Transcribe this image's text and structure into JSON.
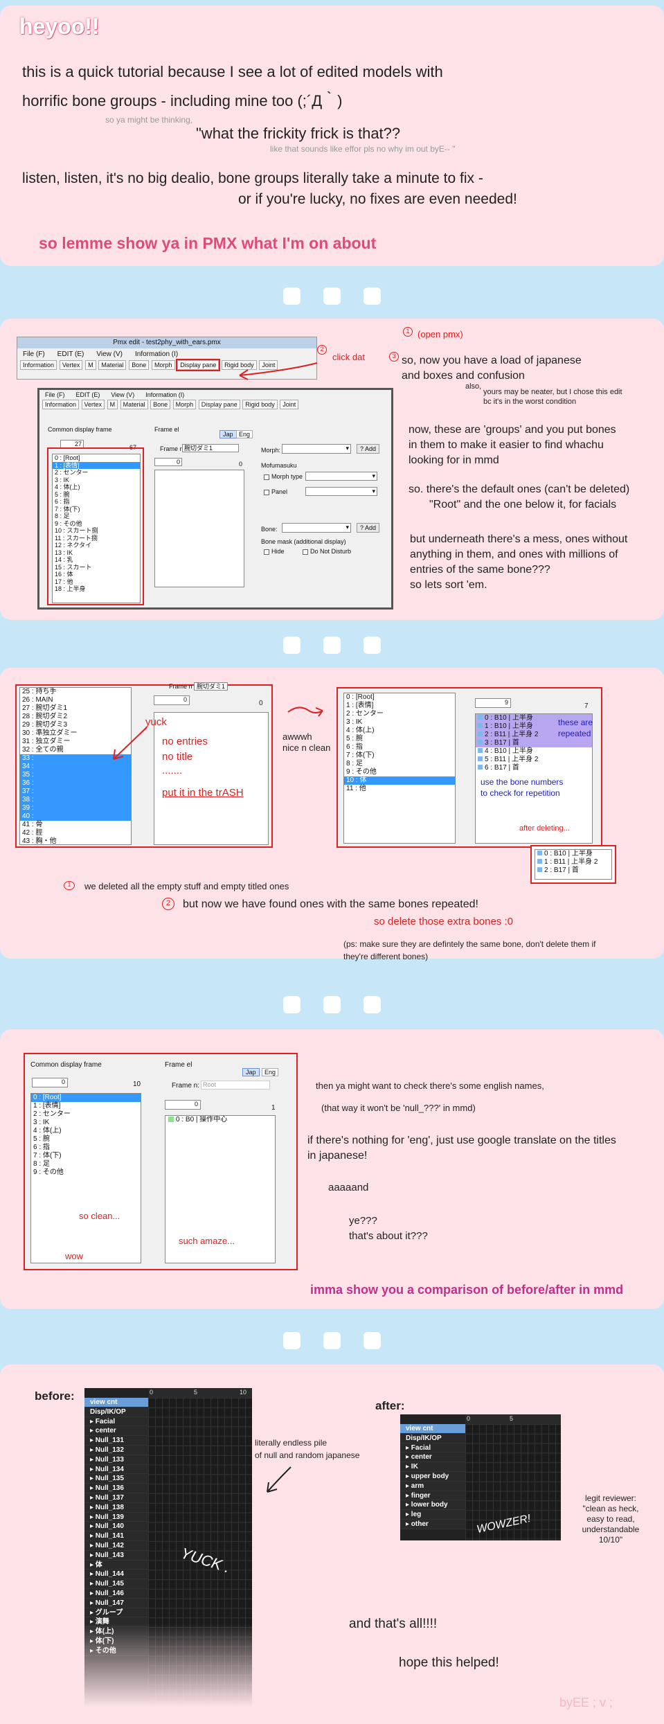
{
  "intro": {
    "title": "heyoo!!",
    "line1": "this is a quick tutorial because I see a lot of edited models with",
    "line2": "horrific bone groups - including mine too (;´Д｀)",
    "aside1": "so ya might be thinking,",
    "quote": "\"what the frickity frick is that??",
    "aside2": "like that sounds like effor pls no why im out byE-- \"",
    "line3": "listen, listen, it's no big dealio, bone groups literally take a minute to fix -",
    "line4": "or if you're lucky, no fixes are even needed!",
    "cta": "so lemme show ya in PMX what I'm on about"
  },
  "step1": {
    "win_title": "Pmx edit - test2phy_with_ears.pmx",
    "menu": [
      "File (F)",
      "EDIT (E)",
      "View (V)",
      "Information (I)"
    ],
    "tabs": [
      "Information",
      "Vertex",
      "M",
      "Material",
      "Bone",
      "Morph",
      "Display pane",
      "Rigid body",
      "Joint"
    ],
    "click_label": "click dat",
    "num1": "1",
    "num2": "2",
    "num3": "3",
    "open_pmx": "(open pmx)",
    "inner_menu": [
      "File (F)",
      "EDIT (E)",
      "View (V)",
      "Information (I)"
    ],
    "inner_tabs": [
      "Information",
      "Vertex",
      "M",
      "Material",
      "Bone",
      "Morph",
      "Display pane",
      "Rigid body",
      "Joint"
    ],
    "common_label": "Common display frame",
    "frame_el_label": "Frame el",
    "jap": "Jap",
    "eng": "Eng",
    "frame_count_value": "27",
    "frame_count_total": "67",
    "frame_name_label": "Frame n:",
    "frame_name_value": "腕切ダミ1",
    "el_count_value": "0",
    "el_count_total": "0",
    "morph_label": "Morph:",
    "add_label": "? Add",
    "mofumasuku": "Mofumasuku",
    "morph_type": "Morph type",
    "panel_label": "Panel",
    "bone_label": "Bone:",
    "bone_mask": "Bone mask (additional display)",
    "hide": "Hide",
    "dont_disturb": "Do Not Disturb",
    "frames": [
      "0 : [Root]",
      "1 : [表情]",
      "2 : センター",
      "3 : IK",
      "4 : 体(上)",
      "5 : 腕",
      "6 : 指",
      "7 : 体(下)",
      "8 : 足",
      "9 : その他",
      "10 : スカート捌",
      "11 : スカート捌",
      "12 : ネクタイ",
      "13 : IK",
      "14 : 乳",
      "15 : スカート",
      "16 : 体",
      "17 : 他",
      "18 : 上半身"
    ],
    "t1": "so, now you have a load of japanese",
    "t2": "and boxes and confusion",
    "also": "also,",
    "also_note1": "yours may be neater, but I chose this edit",
    "also_note2": "bc it's in the worst condition",
    "t3": "now, these are 'groups' and you put bones",
    "t4": "in them to make it easier to find whachu",
    "t5": "looking for in mmd",
    "t6": "so. there's the default ones (can't be deleted)",
    "t7": "\"Root\" and the one below it, for facials",
    "t8": "but underneath there's a mess, ones without",
    "t9": "anything in them, and ones with millions of",
    "t10": "entries of the same bone???",
    "t11": "so lets sort 'em."
  },
  "step2": {
    "left_list": [
      "25 : 持ち手",
      "26 : MAIN",
      "27 : 腕切ダミ1",
      "28 : 腕切ダミ2",
      "29 : 腕切ダミ3",
      "30 : 準独立ダミー",
      "31 : 独立ダミー",
      "32 : 全ての親",
      "33 :",
      "34 :",
      "35 :",
      "36 :",
      "37 :",
      "38 :",
      "39 :",
      "40 :",
      "41 : 骨",
      "42 : 脛",
      "43 : 胸・他"
    ],
    "yuck": "yuck",
    "frame_name_clip": "Frame n",
    "frame_name_value": "腕切ダミ1",
    "el_count": "0",
    "el_total": "0",
    "no_entries": "no entries",
    "no_title": "no title",
    "dots": ".......",
    "trash": "put it in the trASH",
    "awwwh1": "awwwh",
    "awwwh2": "nice n clean",
    "right_list": [
      "0 : [Root]",
      "1 : [表情]",
      "2 : センター",
      "3 : IK",
      "4 : 体(上)",
      "5 : 腕",
      "6 : 指",
      "7 : 体(下)",
      "8 : 足",
      "9 : その他",
      "10 : 体",
      "11 : 他"
    ],
    "bone_count": "9",
    "bone_total": "7",
    "bones": [
      "0 : B10 | 上半身",
      "1 : B10 | 上半身",
      "2 : B11 | 上半身 2",
      "3 : B17 | 首",
      "4 : B10 | 上半身",
      "5 : B11 | 上半身 2",
      "6 : B17 | 首"
    ],
    "repeated1": "these are",
    "repeated2": "repeated",
    "use_nums1": "use the bone numbers",
    "use_nums2": "to check for repetition",
    "after_del": "after deleting...",
    "after_list": [
      "0 : B10 | 上半身",
      "1 : B11 | 上半身 2",
      "2 : B17 | 首"
    ],
    "n1": "1",
    "n2": "2",
    "note1": "we deleted all the empty stuff and empty titled ones",
    "note2": "but now we have found ones with the same bones repeated!",
    "note3": "so delete those extra bones :0",
    "ps1": "(ps: make sure they are defintely the same bone, don't delete them if",
    "ps2": "they're different bones)"
  },
  "step3": {
    "common_label": "Common display frame",
    "frame_el_label": "Frame el",
    "jap": "Jap",
    "eng": "Eng",
    "frame_count_value": "0",
    "frame_count_total": "10",
    "frame_name_label": "Frame n:",
    "frame_name_value": "Root",
    "el_count": "0",
    "el_total": "1",
    "frames": [
      "0 : [Root]",
      "1 : [表情]",
      "2 : センター",
      "3 : IK",
      "4 : 体(上)",
      "5 : 腕",
      "6 : 指",
      "7 : 体(下)",
      "8 : 足",
      "9 : その他"
    ],
    "element": "0 : B0 | 操作中心",
    "so_clean": "so clean...",
    "wow": "wow",
    "amaze": "such amaze...",
    "t1": "then ya might want to check there's some english names,",
    "t2": "(that way it won't be 'null_???' in mmd)",
    "t3": "if there's nothing for 'eng', just use google translate on the titles",
    "t4": "in japanese!",
    "t5": "aaaaand",
    "t6": "ye???",
    "t7": "that's about it???",
    "cta": "imma show you a comparison of before/after in mmd"
  },
  "step4": {
    "before": "before:",
    "after": "after:",
    "scale": [
      "0",
      "5",
      "10"
    ],
    "before_rows": [
      "view cnt",
      "Disp/IK/OP",
      "Facial",
      "center",
      "Null_131",
      "Null_132",
      "Null_133",
      "Null_134",
      "Null_135",
      "Null_136",
      "Null_137",
      "Null_138",
      "Null_139",
      "Null_140",
      "Null_141",
      "Null_142",
      "Null_143",
      "体",
      "Null_144",
      "Null_145",
      "Null_146",
      "Null_147",
      "グループ",
      "演舞",
      "体(上)",
      "体(下)",
      "その他"
    ],
    "after_rows": [
      "view cnt",
      "Disp/IK/OP",
      "Facial",
      "center",
      "IK",
      "upper body",
      "arm",
      "finger",
      "lower body",
      "leg",
      "other"
    ],
    "yuck": "YUCK .",
    "wowzer": "WOWZER!",
    "pile1": "literally endless pile",
    "pile2": "of null and random japanese",
    "rev1": "legit reviewer:",
    "rev2": "\"clean as heck,",
    "rev3": "easy to read,",
    "rev4": "understandable",
    "rev5": "10/10\"",
    "end1": "and that's all!!!!",
    "end2": "hope this helped!",
    "sig": "byEE ; v ;"
  }
}
